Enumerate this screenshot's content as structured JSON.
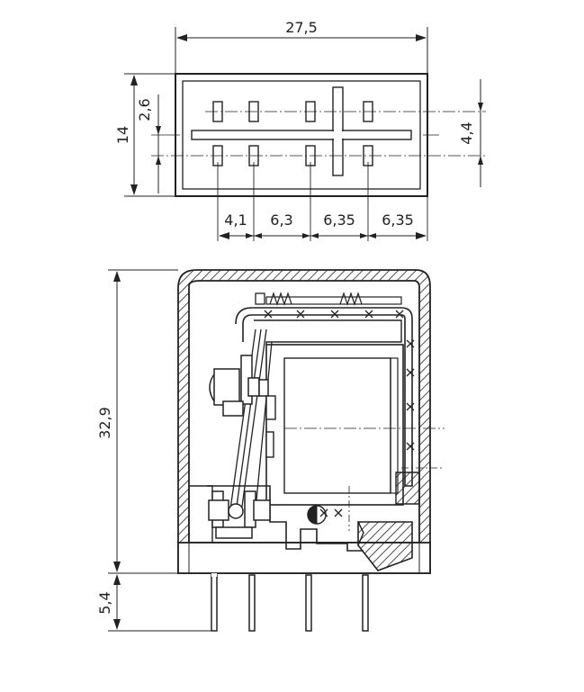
{
  "colors": {
    "ink": "#222222",
    "paper": "#ffffff"
  },
  "top_view": {
    "overall_width": "27,5",
    "overall_height": "14",
    "pin_row_offset": "2,6",
    "pin_row_spacing": "4,4",
    "pitch_1": "4,1",
    "pitch_2": "6,3",
    "pitch_3": "6,35",
    "pitch_4": "6,35"
  },
  "side_view": {
    "body_height": "32,9",
    "pin_length": "5,4"
  }
}
